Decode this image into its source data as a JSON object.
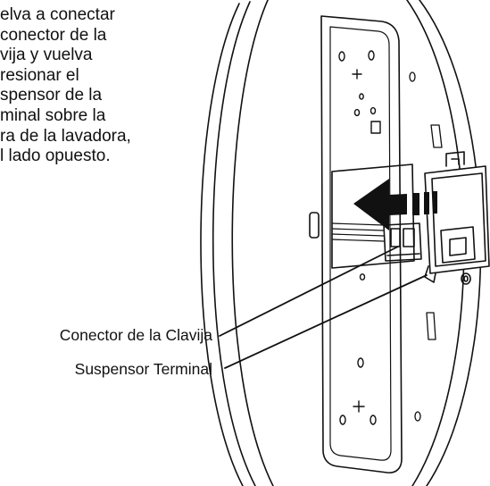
{
  "instruction": {
    "lines": [
      "elva a conectar",
      "conector de la",
      "vija y vuelva",
      "resionar el",
      "spensor de la",
      "minal sobre la",
      "ra de la lavadora,",
      "l lado opuesto."
    ]
  },
  "callouts": {
    "connector_label": "Conector de la Clavija",
    "terminal_holder_label": "Suspensor Terminal"
  },
  "colors": {
    "ink": "#111111",
    "background": "#ffffff"
  }
}
